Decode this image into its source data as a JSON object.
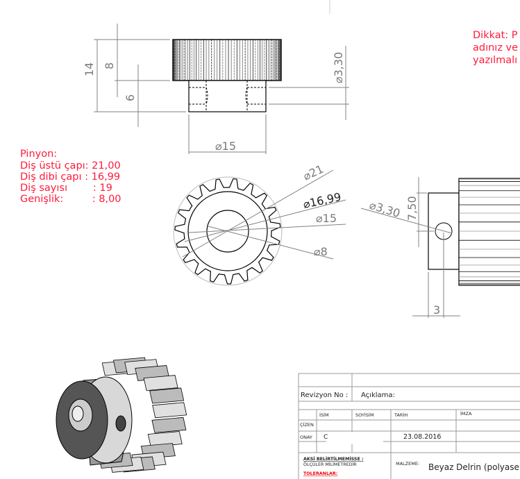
{
  "note_top_right": {
    "line1": "Dikkat: P",
    "line2": "adınız ve",
    "line3": "yazılmalı"
  },
  "spec": {
    "title": "Pinyon:",
    "lines": [
      "Diş üstü çapı: 21,00",
      "Diş dibi çapı : 16,99",
      "Diş sayısı        : 19",
      "Genişlik:         : 8,00"
    ]
  },
  "top_view": {
    "dim_total": "14",
    "dim_gear": "8",
    "dim_hub": "6",
    "dim_hub_dia": "⌀15",
    "dim_hole": "⌀3,30"
  },
  "front_view": {
    "dim_outer": "⌀21",
    "dim_root": "⌀16,99",
    "dim_hub": "⌀15",
    "dim_bore": "⌀8",
    "teeth": 19
  },
  "side_view": {
    "dim_hole": "⌀3,30",
    "dim_height": "7,50",
    "dim_offset": "3"
  },
  "title_block": {
    "revision_label": "Revizyon No :",
    "description_label": "Açıklama:",
    "col_name": "İSİM",
    "col_surname": "SOYİSİM",
    "col_date": "TARİH",
    "col_signature": "İMZA",
    "row_drawn": "ÇİZEN",
    "row_approved": "ONAY",
    "approved_name": "C",
    "approved_date": "23.08.2016",
    "unless_noted": "AKSİ BELİRTİLMEMİSSE :",
    "units_note": "ÖLÇÜLER MİLİMETREDİR",
    "tolerances": "TOLERANLAR:",
    "material_label": "MALZEME:",
    "material_value": "Beyaz Delrin (polyase"
  },
  "colors": {
    "note": "#ff1a3c",
    "dimension": "#7a7a7a",
    "line": "#000000"
  }
}
